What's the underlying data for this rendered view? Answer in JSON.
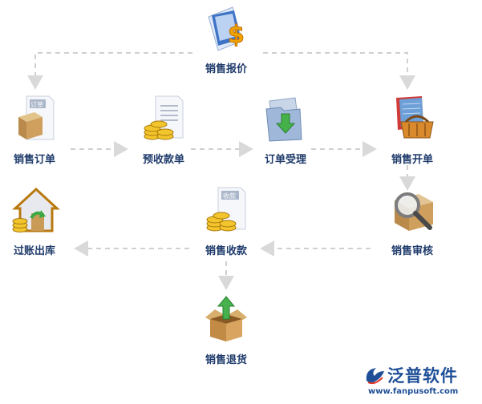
{
  "nodes": {
    "quote": {
      "label": "销售报价"
    },
    "order": {
      "label": "销售订单"
    },
    "prepay": {
      "label": "预收款单"
    },
    "accept": {
      "label": "订单受理"
    },
    "invoice": {
      "label": "销售开单"
    },
    "post": {
      "label": "过账出库"
    },
    "collect": {
      "label": "销售收款"
    },
    "audit": {
      "label": "销售审核"
    },
    "return": {
      "label": "销售退货"
    }
  },
  "icons": {
    "order_tag": "订单",
    "collect_tag": "收款"
  },
  "brand": {
    "name": "泛普软件",
    "url": "www.fanpusoft.com"
  }
}
